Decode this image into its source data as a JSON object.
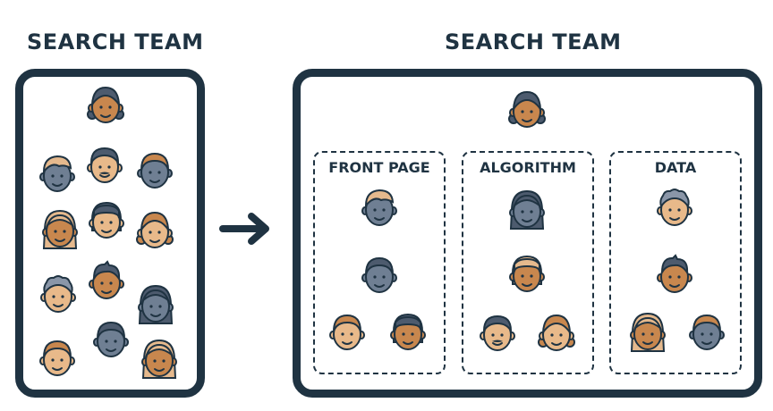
{
  "titles": {
    "left": "SEARCH TEAM",
    "right": "SEARCH TEAM"
  },
  "subteams": {
    "front": "FRONT PAGE",
    "algo": "ALGORITHM",
    "data": "DATA"
  },
  "colors": {
    "outline": "#1f3342",
    "skin_light": "#e8b98a",
    "skin_tan": "#c8874e",
    "skin_grey": "#6f7f93",
    "hair_dark": "#4d5b6e",
    "hair_light": "#e5b98d",
    "hair_grey": "#8a96a8",
    "hair_brown": "#c8874e"
  },
  "icons": {
    "person": "person-face-icon",
    "arrow": "arrow-right-icon"
  }
}
